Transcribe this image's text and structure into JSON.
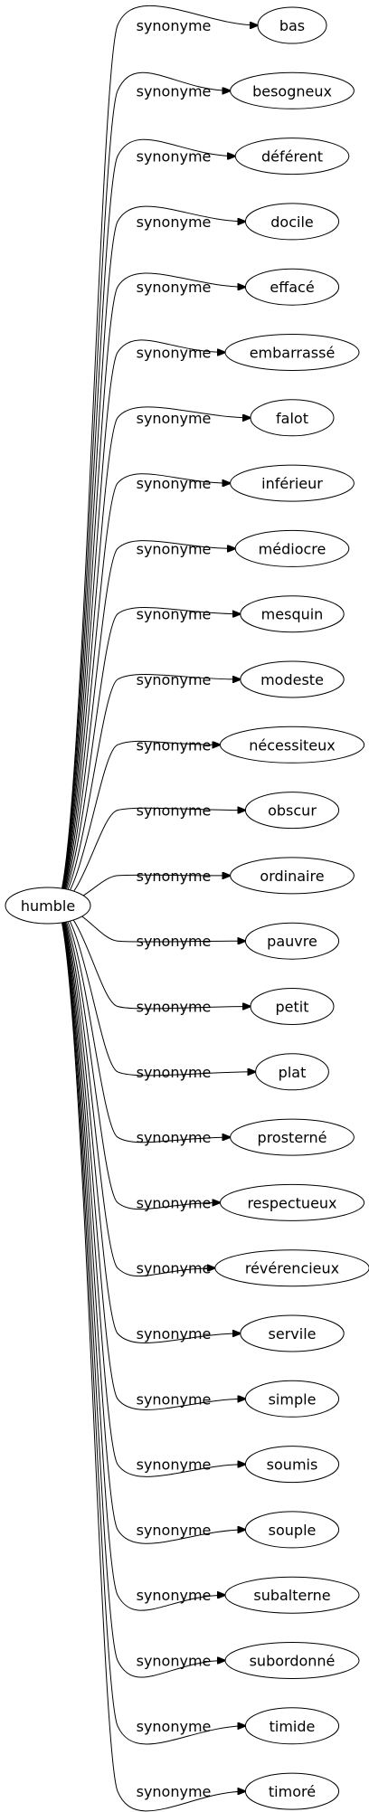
{
  "graph": {
    "root": "humble",
    "edge_label": "synonyme",
    "targets": [
      "bas",
      "besogneux",
      "déférent",
      "docile",
      "effacé",
      "embarrassé",
      "falot",
      "inférieur",
      "médiocre",
      "mesquin",
      "modeste",
      "nécessiteux",
      "obscur",
      "ordinaire",
      "pauvre",
      "petit",
      "plat",
      "prosterné",
      "respectueux",
      "révérencieux",
      "servile",
      "simple",
      "soumis",
      "souple",
      "subalterne",
      "subordonné",
      "timide",
      "timoré"
    ]
  }
}
